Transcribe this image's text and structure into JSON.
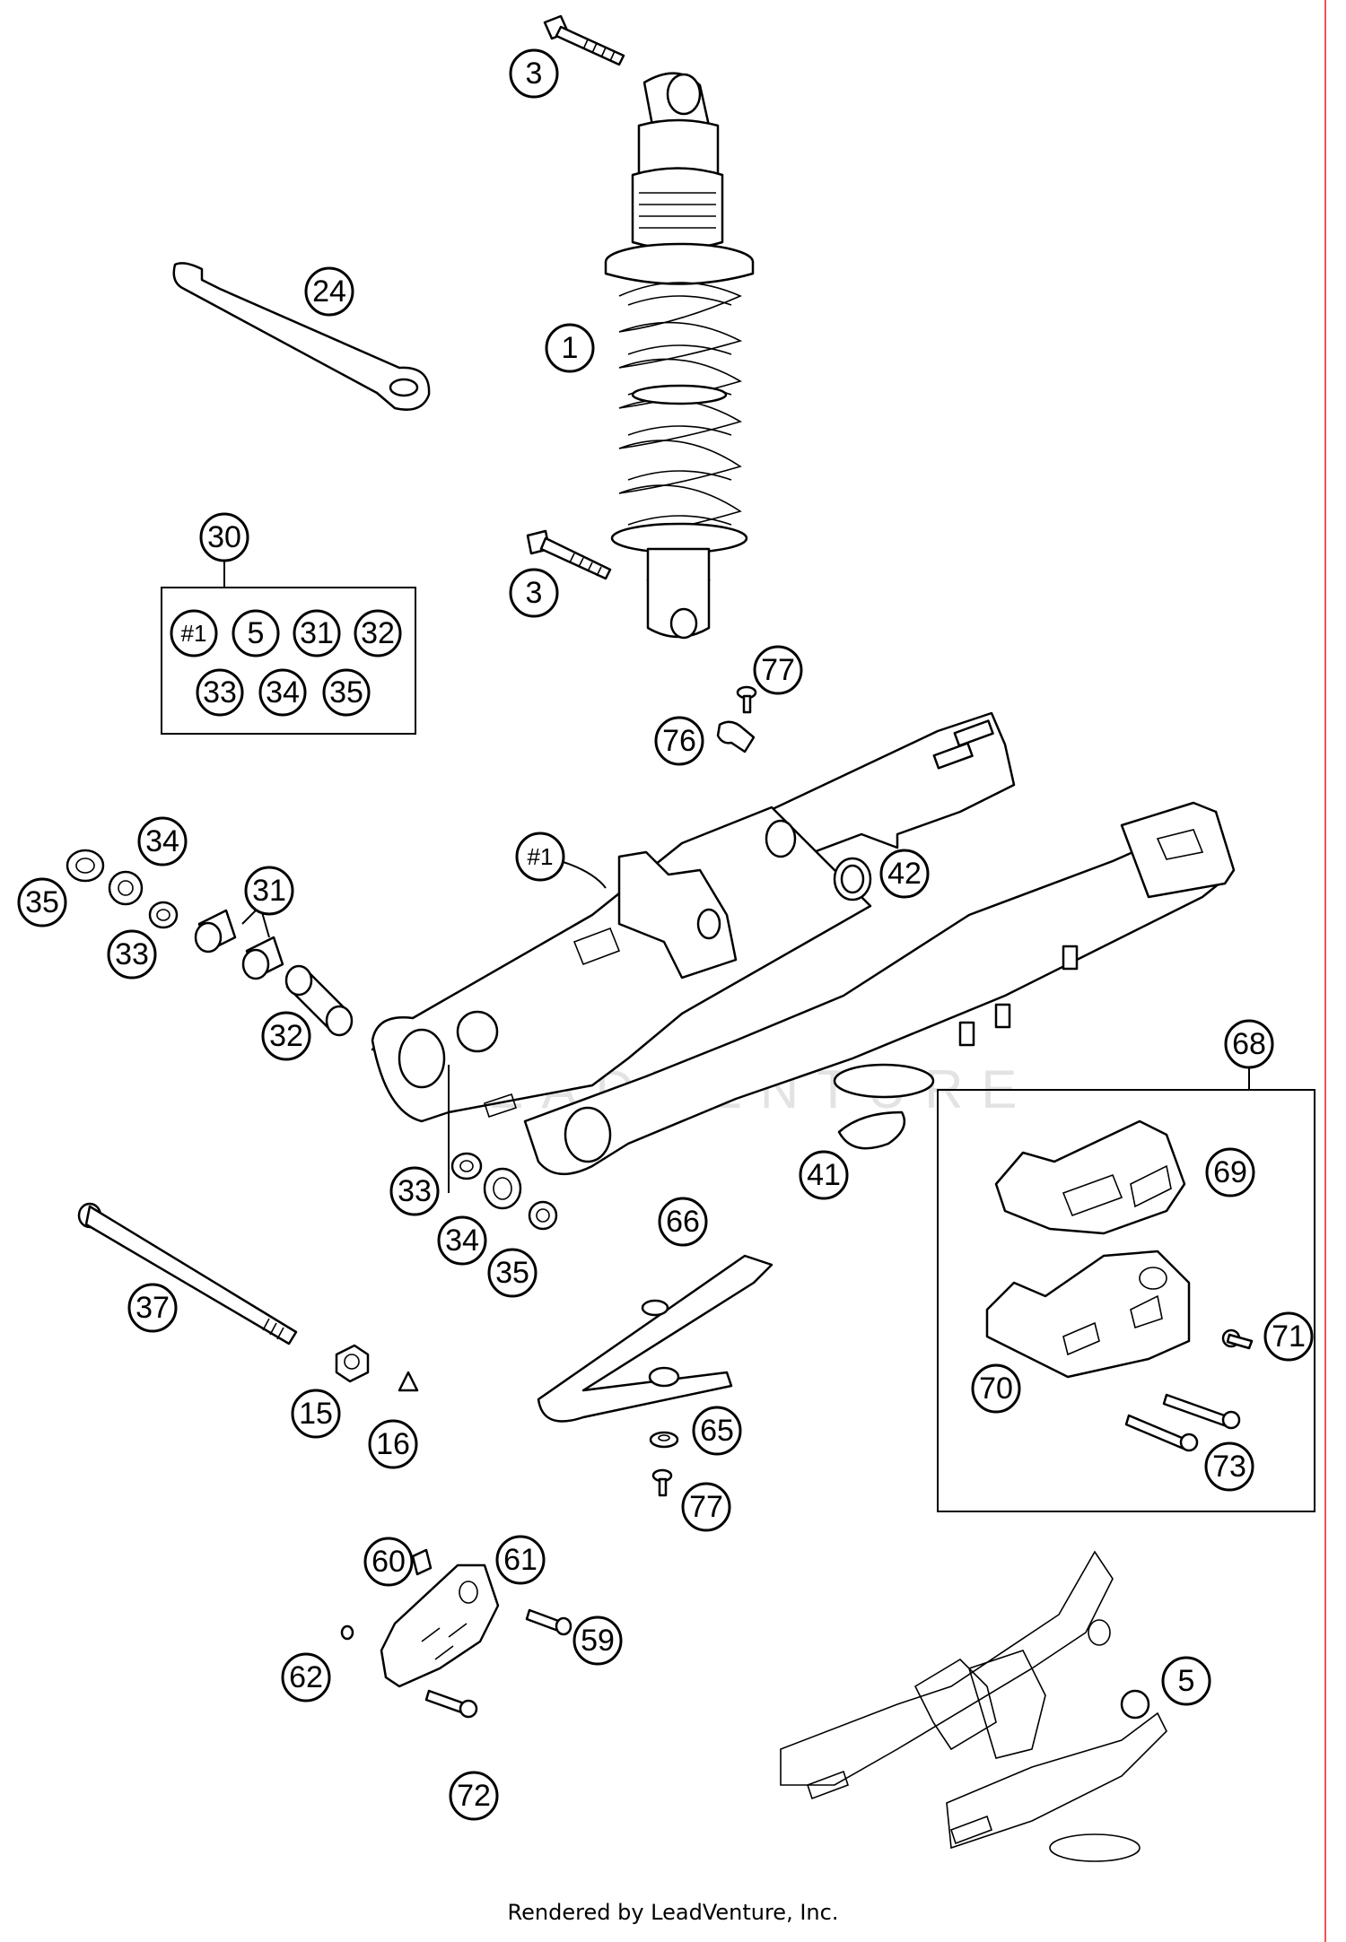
{
  "footer": "Rendered by LeadVenture, Inc.",
  "watermark": "LEADVENTURE",
  "callouts": {
    "c1": "1",
    "c3a": "3",
    "c3b": "3",
    "c24": "24",
    "c30": "30",
    "c77a": "77",
    "c76": "76",
    "c42": "42",
    "c34a": "34",
    "c31": "31",
    "c35a": "35",
    "c33a": "33",
    "c32": "32",
    "c68": "68",
    "c69": "69",
    "c41": "41",
    "c33b": "33",
    "c34b": "34",
    "c35b": "35",
    "c66": "66",
    "c37": "37",
    "c71": "71",
    "c70": "70",
    "c15": "15",
    "c16": "16",
    "c65": "65",
    "c73": "73",
    "c77b": "77",
    "c60": "60",
    "c61": "61",
    "c59": "59",
    "c62": "62",
    "c5b": "5",
    "c72": "72"
  },
  "kit_30": {
    "label": "30",
    "items": [
      "#1",
      "5",
      "31",
      "32",
      "33",
      "34",
      "35"
    ]
  },
  "swingarm_label": "#1",
  "icons": {
    "shock": "shock-absorber-icon",
    "swingarm": "swingarm-icon",
    "wrench": "hook-wrench-icon"
  }
}
